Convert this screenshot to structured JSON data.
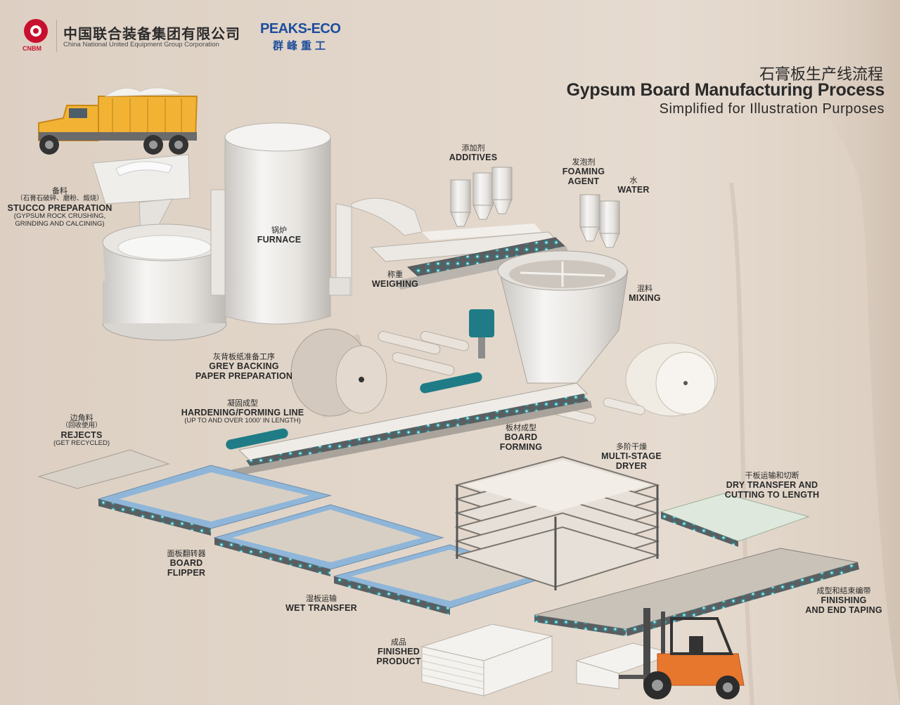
{
  "header": {
    "cnbm_abbr": "CNBM",
    "company_cn": "中国联合装备集团有限公司",
    "company_en": "China National United Equipment Group Corporation",
    "partner_en": "PEAKS-ECO",
    "partner_cn": "群峰重工"
  },
  "title": {
    "cn": "石膏板生产线流程",
    "en": "Gypsum Board Manufacturing Process",
    "sub": "Simplified for Illustration Purposes"
  },
  "stages": {
    "stucco": {
      "cn": "备料",
      "sub_cn": "（石膏石破碎、磨粉、煅烧）",
      "en": "STUCCO PREPARATION",
      "sub1": "(GYPSUM ROCK CRUSHING,",
      "sub2": "GRINDING AND CALCINING)"
    },
    "furnace": {
      "cn": "锅炉",
      "en": "FURNACE"
    },
    "weighing": {
      "cn": "称重",
      "en": "WEIGHING"
    },
    "additives": {
      "cn": "添加剂",
      "en": "ADDITIVES"
    },
    "foaming": {
      "cn": "发泡剂",
      "en1": "FOAMING",
      "en2": "AGENT"
    },
    "water": {
      "cn": "水",
      "en": "WATER"
    },
    "mixing": {
      "cn": "混料",
      "en": "MIXING"
    },
    "grey_paper": {
      "cn": "灰背板纸准备工序",
      "en1": "GREY BACKING",
      "en2": "PAPER PREPARATION"
    },
    "forming_line": {
      "cn": "凝固成型",
      "en": "HARDENING/FORMING LINE",
      "sub": "(UP TO AND OVER 1000' IN LENGTH)"
    },
    "rejects": {
      "cn": "边角料",
      "sub_cn": "（回收使用）",
      "en": "REJECTS",
      "sub": "(GET RECYCLED)"
    },
    "board_forming": {
      "cn": "板材成型",
      "en1": "BOARD",
      "en2": "FORMING"
    },
    "dryer": {
      "cn": "多阶干燥",
      "en1": "MULTI-STAGE",
      "en2": "DRYER"
    },
    "dry_transfer": {
      "cn": "干板运输和切断",
      "en1": "DRY TRANSFER AND",
      "en2": "CUTTING TO LENGTH"
    },
    "flipper": {
      "cn": "面板翻转器",
      "en1": "BOARD",
      "en2": "FLIPPER"
    },
    "wet_transfer": {
      "cn": "湿板运输",
      "en": "WET TRANSFER"
    },
    "finishing": {
      "cn": "成型和结束编带",
      "en1": "FINISHING",
      "en2": "AND END TAPING"
    },
    "finished": {
      "cn": "成品",
      "en1": "FINISHED",
      "en2": "PRODUCT"
    }
  },
  "colors": {
    "brand_red": "#c8102e",
    "brand_blue": "#1d4d9c",
    "truck_yellow": "#f2b233",
    "belt_blue": "#8fb6d8",
    "forklift_orange": "#e8772e",
    "teal_roller": "#1f7c86"
  },
  "icons": [
    "cnbm-logo-icon",
    "dump-truck-icon",
    "forklift-icon"
  ]
}
